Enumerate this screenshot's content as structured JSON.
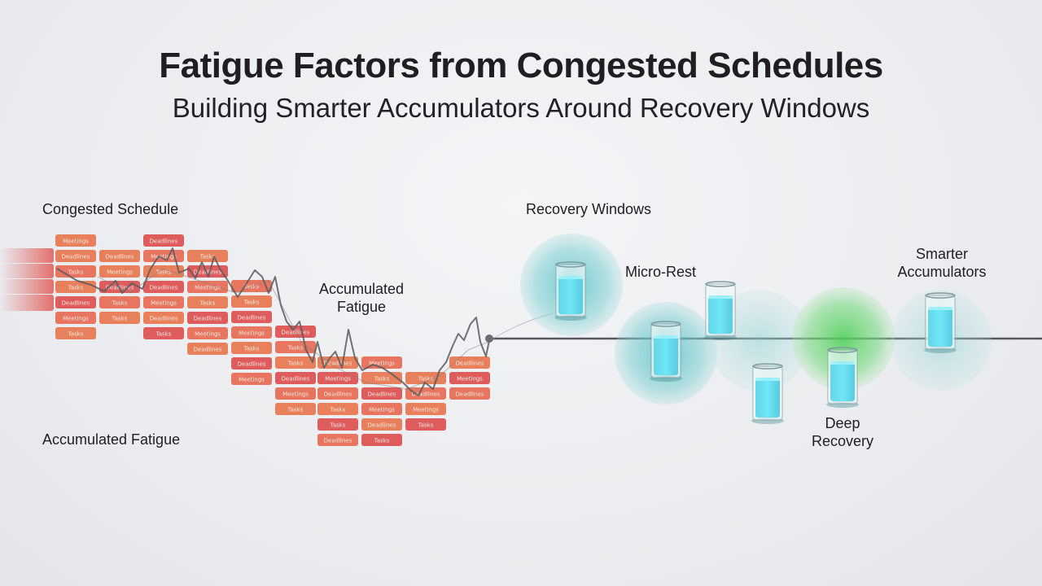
{
  "header": {
    "title": "Fatigue Factors from Congested Schedules",
    "subtitle": "Building Smarter Accumulators Around Recovery Windows"
  },
  "labels": {
    "congested_schedule": "Congested Schedule",
    "accumulated_fatigue_bottom": "Accumulated Fatigue",
    "accumulated_fatigue_mid_line1": "Accumulated",
    "accumulated_fatigue_mid_line2": "Fatigue",
    "recovery_windows": "Recovery Windows",
    "micro_rest": "Micro-Rest",
    "deep_recovery_line1": "Deep",
    "deep_recovery_line2": "Recovery",
    "smarter_accumulators_line1": "Smarter",
    "smarter_accumulators_line2": "Accumulators"
  },
  "schedule_tiles": {
    "words": [
      "Meetings",
      "Deadlines",
      "Tasks",
      "Tasks",
      "Deadlines",
      "Meetings",
      "Tasks",
      "Deadlines"
    ],
    "colors": {
      "orange": "#e8764f",
      "red": "#dc4f4f",
      "coral": "#e66a52"
    }
  },
  "recovery": {
    "colors": {
      "teal_halo": "#4fb9c0",
      "green_halo": "#5fd46a",
      "water": "#3fd7ec",
      "timeline": "#55595e"
    }
  }
}
